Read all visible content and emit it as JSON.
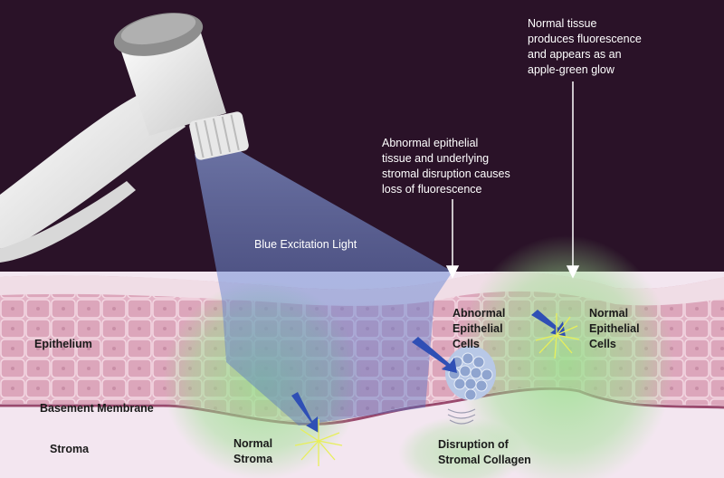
{
  "labels": {
    "blue_light": "Blue Excitation Light",
    "abnormal_note": [
      "Abnormal epithelial",
      "tissue and underlying",
      "stromal disruption causes",
      "loss of fluorescence"
    ],
    "normal_note": [
      "Normal tissue",
      "produces fluorescence",
      "and appears as an",
      "apple-green glow"
    ],
    "epithelium": "Epithelium",
    "basement_membrane": "Basement Membrane",
    "stroma": "Stroma",
    "normal_stroma": [
      "Normal",
      "Stroma"
    ],
    "abnormal_cells": [
      "Abnormal",
      "Epithelial",
      "Cells"
    ],
    "normal_cells": [
      "Normal",
      "Epithelial",
      "Cells"
    ],
    "collagen": [
      "Disruption of",
      "Stromal Collagen"
    ]
  },
  "colors": {
    "background": "#2a1228",
    "epithelium": "#e2b4c6",
    "stroma": "#f3e6f0",
    "membrane": "#9a4a6e",
    "blue_light": "#5a7cc8",
    "green_glow": "#8fd88a"
  }
}
